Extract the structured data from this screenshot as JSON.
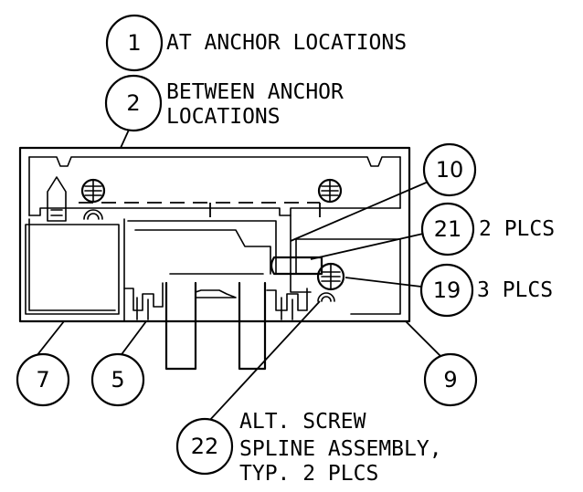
{
  "callouts": [
    {
      "id": "c1",
      "number": "1",
      "note": "AT ANCHOR LOCATIONS"
    },
    {
      "id": "c2",
      "number": "2",
      "note_lines": [
        "BETWEEN ANCHOR",
        "LOCATIONS"
      ]
    },
    {
      "id": "c10",
      "number": "10",
      "note": ""
    },
    {
      "id": "c21",
      "number": "21",
      "note": "2 PLCS"
    },
    {
      "id": "c19",
      "number": "19",
      "note": "3 PLCS"
    },
    {
      "id": "c7",
      "number": "7",
      "note": ""
    },
    {
      "id": "c5",
      "number": "5",
      "note": ""
    },
    {
      "id": "c9",
      "number": "9",
      "note": ""
    },
    {
      "id": "c22",
      "number": "22",
      "note_lines": [
        "ALT. SCREW",
        "SPLINE ASSEMBLY,",
        "TYP. 2 PLCS"
      ]
    }
  ]
}
